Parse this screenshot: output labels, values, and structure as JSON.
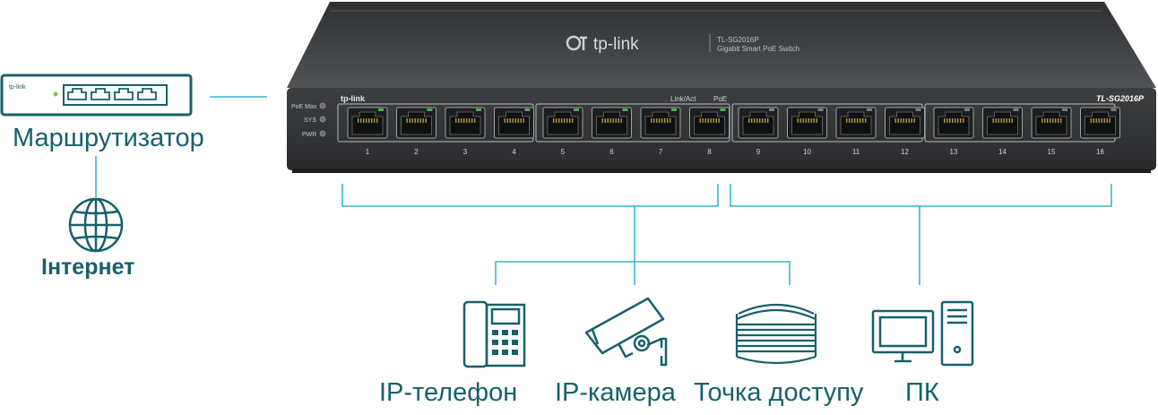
{
  "switch": {
    "brand": "tp-link",
    "brand_small": "tp-link",
    "model_top": "TL-SG2016P",
    "subtitle": "Gigabit Smart PoE Switch",
    "model_badge": "TL-SG2016P",
    "leds": [
      "PoE Max",
      "SYS",
      "PWR"
    ],
    "link_label": "Link/Act",
    "poe_label": "PoE",
    "ports": [
      "1",
      "2",
      "3",
      "4",
      "5",
      "6",
      "7",
      "8",
      "9",
      "10",
      "11",
      "12",
      "13",
      "14",
      "15",
      "16"
    ]
  },
  "router": {
    "brand": "tp-link",
    "label": "Маршрутизатор"
  },
  "internet": {
    "label": "Інтернет"
  },
  "devices": [
    {
      "label": "IP-телефон",
      "icon": "desk-phone-icon"
    },
    {
      "label": "IP-камера",
      "icon": "security-camera-icon"
    },
    {
      "label": "Точка доступу",
      "icon": "access-point-icon"
    },
    {
      "label": "ПК",
      "icon": "desktop-pc-icon"
    }
  ],
  "colors": {
    "accent_line": "#3ab3d0",
    "label_text": "#17606b",
    "switch_body": "#3a3c3e"
  }
}
